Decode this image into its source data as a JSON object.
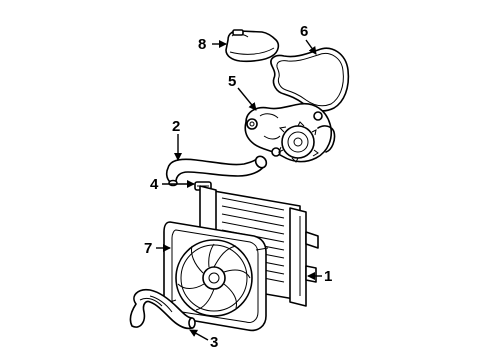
{
  "callouts": [
    {
      "id": "1",
      "label": "1",
      "part": "radiator"
    },
    {
      "id": "2",
      "label": "2",
      "part": "upper-hose"
    },
    {
      "id": "3",
      "label": "3",
      "part": "lower-hose"
    },
    {
      "id": "4",
      "label": "4",
      "part": "radiator-cap"
    },
    {
      "id": "5",
      "label": "5",
      "part": "water-pump"
    },
    {
      "id": "6",
      "label": "6",
      "part": "pump-gasket"
    },
    {
      "id": "7",
      "label": "7",
      "part": "fan-shroud"
    },
    {
      "id": "8",
      "label": "8",
      "part": "coolant-reservoir"
    }
  ]
}
